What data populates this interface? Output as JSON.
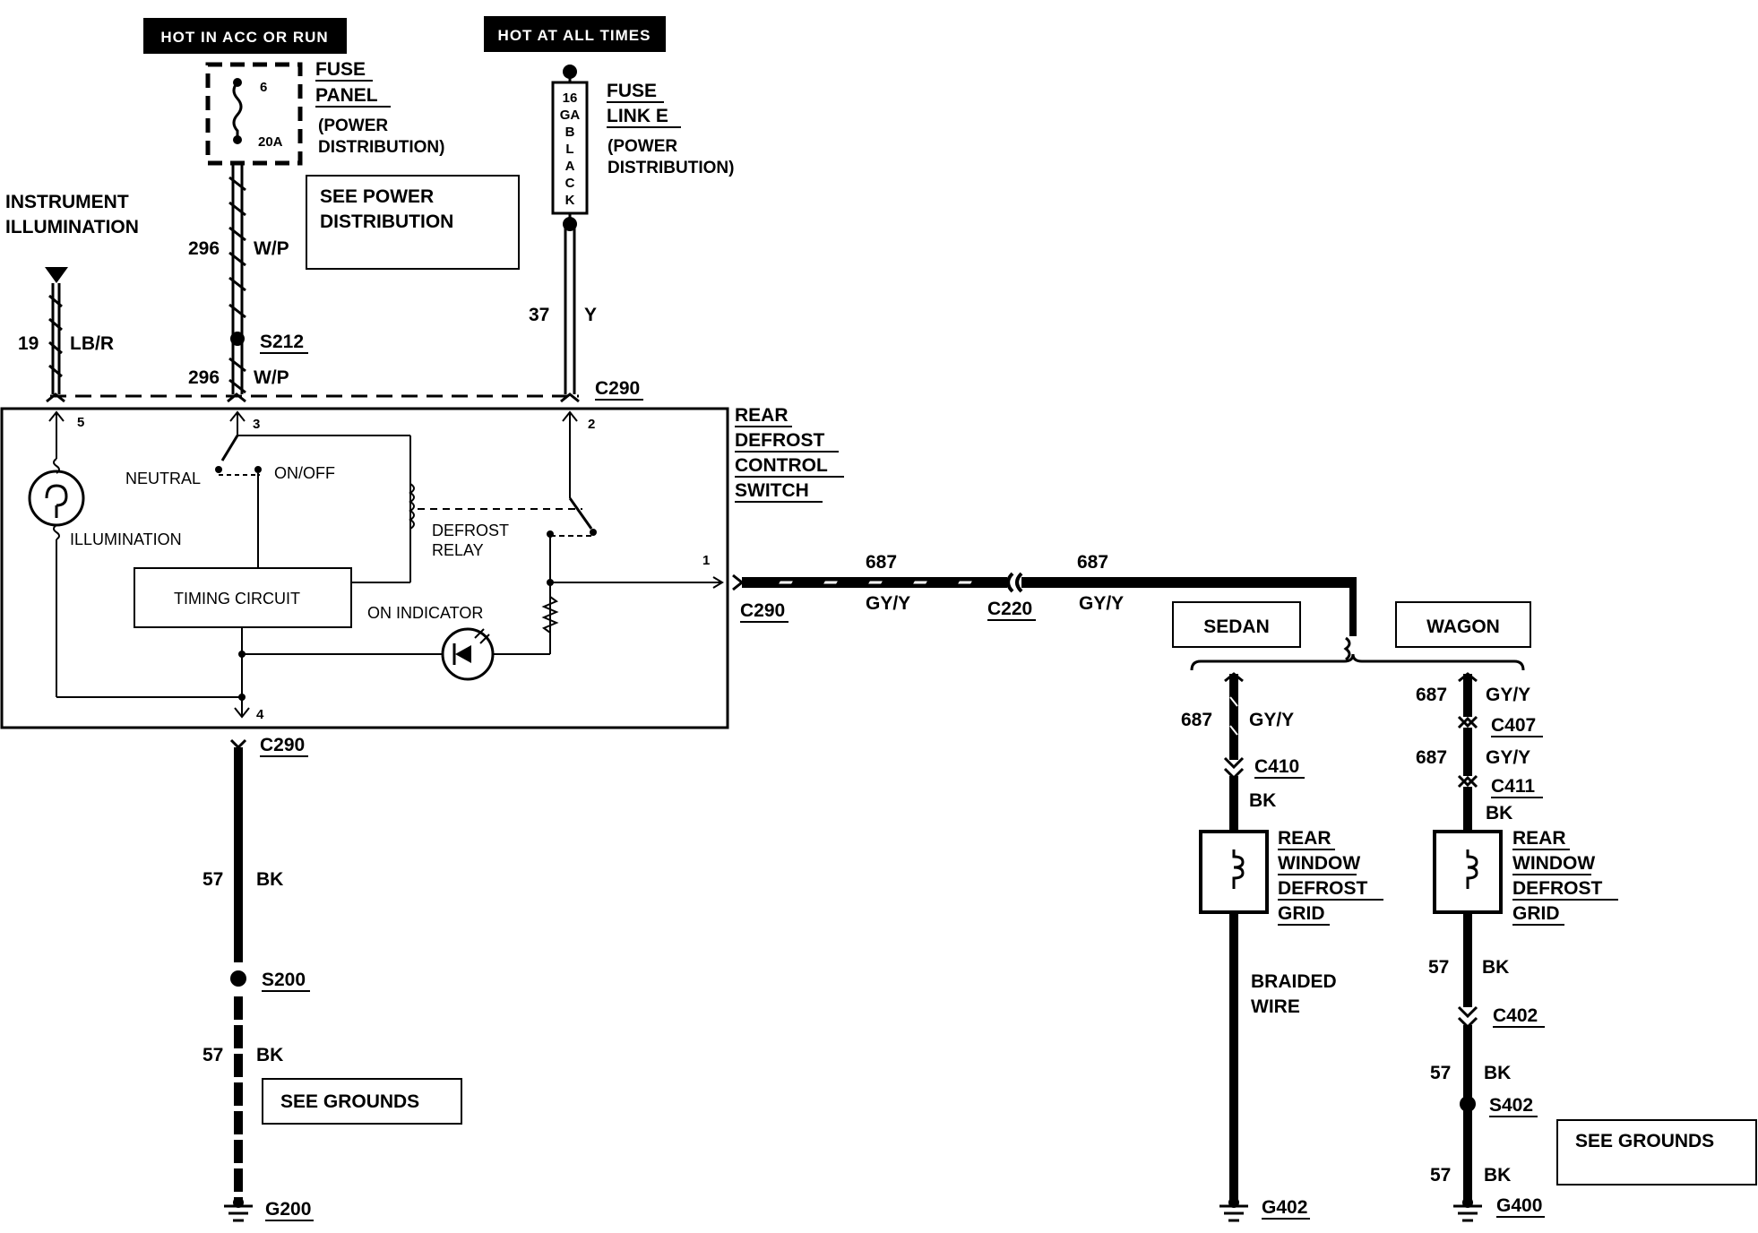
{
  "supply": {
    "hot_acc_run": "HOT IN ACC OR RUN",
    "hot_all_times": "HOT AT ALL TIMES"
  },
  "fuse_panel": {
    "title_1": "FUSE",
    "title_2": "PANEL",
    "sub_1": "(POWER",
    "sub_2": "DISTRIBUTION)",
    "fuse_number": "6",
    "fuse_rating": "20A"
  },
  "fuse_link": {
    "title_1": "FUSE",
    "title_2": "LINK E",
    "sub_1": "(POWER",
    "sub_2": "DISTRIBUTION)",
    "gauge_lines": [
      "16",
      "GA",
      "B",
      "L",
      "A",
      "C",
      "K"
    ]
  },
  "see_power": {
    "line_1": "SEE POWER",
    "line_2": "DISTRIBUTION"
  },
  "instrument_illumination": {
    "line_1": "INSTRUMENT",
    "line_2": "ILLUMINATION"
  },
  "wires": {
    "c296_top": {
      "circuit": "296",
      "color": "W/P"
    },
    "c296_bottom": {
      "circuit": "296",
      "color": "W/P"
    },
    "c19": {
      "circuit": "19",
      "color": "LB/R"
    },
    "c37": {
      "circuit": "37",
      "color": "Y"
    },
    "c687_left": {
      "circuit": "687",
      "color": "GY/Y"
    },
    "c687_right": {
      "circuit": "687",
      "color": "GY/Y"
    },
    "c57_main_top": {
      "circuit": "57",
      "color": "BK"
    },
    "c57_main_bottom": {
      "circuit": "57",
      "color": "BK"
    },
    "sedan_687": {
      "circuit": "687",
      "color": "GY/Y"
    },
    "sedan_bk": {
      "color": "BK"
    },
    "wagon_687_a": {
      "circuit": "687",
      "color": "GY/Y"
    },
    "wagon_687_b": {
      "circuit": "687",
      "color": "GY/Y"
    },
    "wagon_bk": {
      "color": "BK"
    },
    "wagon_57_a": {
      "circuit": "57",
      "color": "BK"
    },
    "wagon_57_b": {
      "circuit": "57",
      "color": "BK"
    },
    "wagon_57_c": {
      "circuit": "57",
      "color": "BK"
    }
  },
  "connectors": {
    "s212": "S212",
    "c290_top": "C290",
    "c290_right": "C290",
    "c290_bottom": "C290",
    "c220": "C220",
    "s200": "S200",
    "g200": "G200",
    "c410": "C410",
    "g402": "G402",
    "c407": "C407",
    "c411": "C411",
    "c402": "C402",
    "s402": "S402",
    "g400": "G400"
  },
  "switch": {
    "title": [
      "REAR",
      "DEFROST",
      "CONTROL",
      "SWITCH"
    ],
    "pins": {
      "p1": "1",
      "p2": "2",
      "p3": "3",
      "p4": "4",
      "p5": "5"
    },
    "neutral": "NEUTRAL",
    "on_off": "ON/OFF",
    "illumination": "ILLUMINATION",
    "defrost_relay_1": "DEFROST",
    "defrost_relay_2": "RELAY",
    "timing_circuit": "TIMING CIRCUIT",
    "on_indicator": "ON INDICATOR"
  },
  "variants": {
    "sedan": "SEDAN",
    "wagon": "WAGON"
  },
  "grid": {
    "line_1": "REAR",
    "line_2": "WINDOW",
    "line_3": "DEFROST",
    "line_4": "GRID"
  },
  "braided": {
    "line_1": "BRAIDED",
    "line_2": "WIRE"
  },
  "see_grounds": "SEE GROUNDS"
}
